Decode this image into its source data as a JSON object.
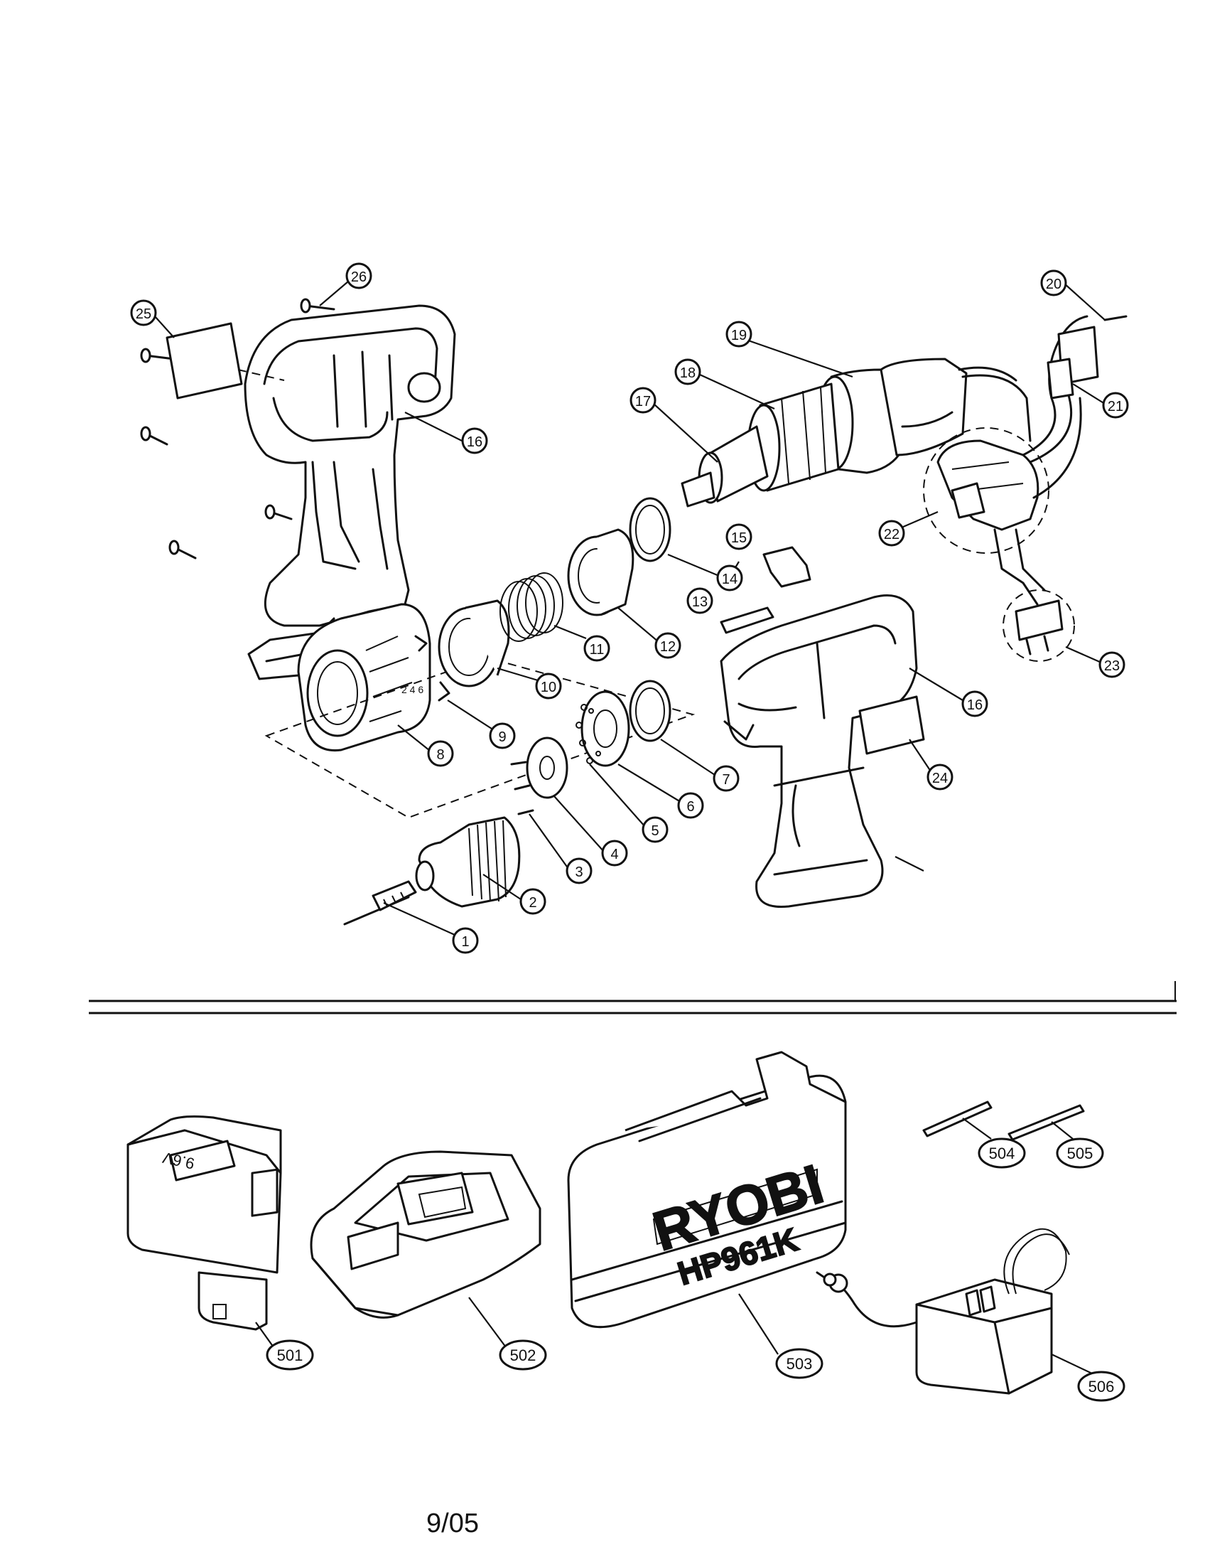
{
  "footer": {
    "date": "9/05"
  },
  "parts": {
    "p1": "1",
    "p2": "2",
    "p3": "3",
    "p4": "4",
    "p5": "5",
    "p6": "6",
    "p7": "7",
    "p8": "8",
    "p9": "9",
    "p10": "10",
    "p11": "11",
    "p12": "12",
    "p13": "13",
    "p14": "14",
    "p15": "15",
    "p16a": "16",
    "p16b": "16",
    "p17": "17",
    "p18": "18",
    "p19": "19",
    "p20": "20",
    "p21": "21",
    "p22": "22",
    "p23": "23",
    "p24": "24",
    "p25": "25",
    "p26": "26",
    "p501": "501",
    "p502": "502",
    "p503": "503",
    "p504": "504",
    "p505": "505",
    "p506": "506"
  },
  "labels": {
    "battery_voltage": "9.6V",
    "case_brand": "RYOBI",
    "case_model": "HP961K"
  }
}
